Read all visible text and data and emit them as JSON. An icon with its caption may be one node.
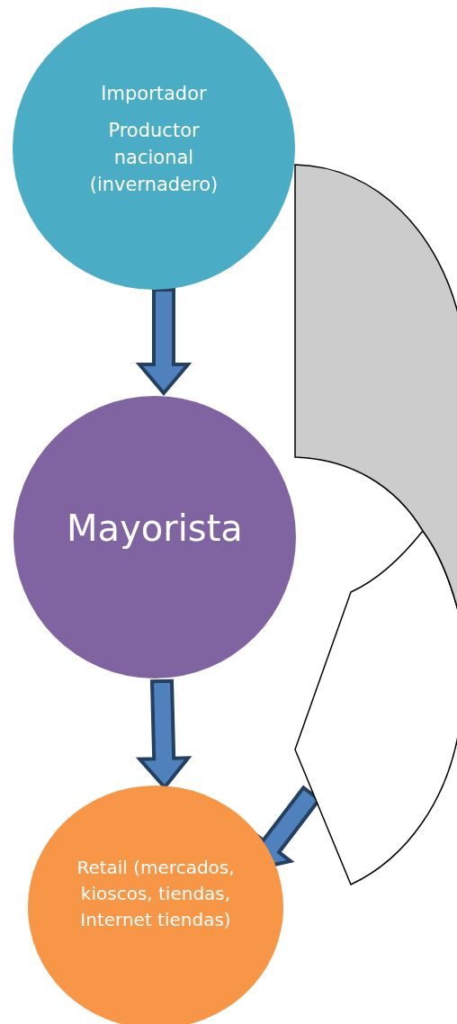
{
  "diagram": {
    "nodes": [
      {
        "text": [
          "Importador",
          "Productor nacional (invernadero)"
        ]
      },
      {
        "text": [
          "Mayorista"
        ]
      },
      {
        "text": [
          "Retail (mercados, kioscos, tiendas, Internet tiendas)"
        ]
      },
      {
        "text": [],
        "shape": "band"
      },
      {
        "text": [],
        "shape": "band"
      }
    ],
    "edges": [
      {
        "from": 0,
        "to": 1,
        "arrow": "to"
      },
      {
        "from": 1,
        "to": 2,
        "arrow": "to"
      },
      {
        "from": 4,
        "to": 2,
        "arrow": "to"
      }
    ]
  }
}
